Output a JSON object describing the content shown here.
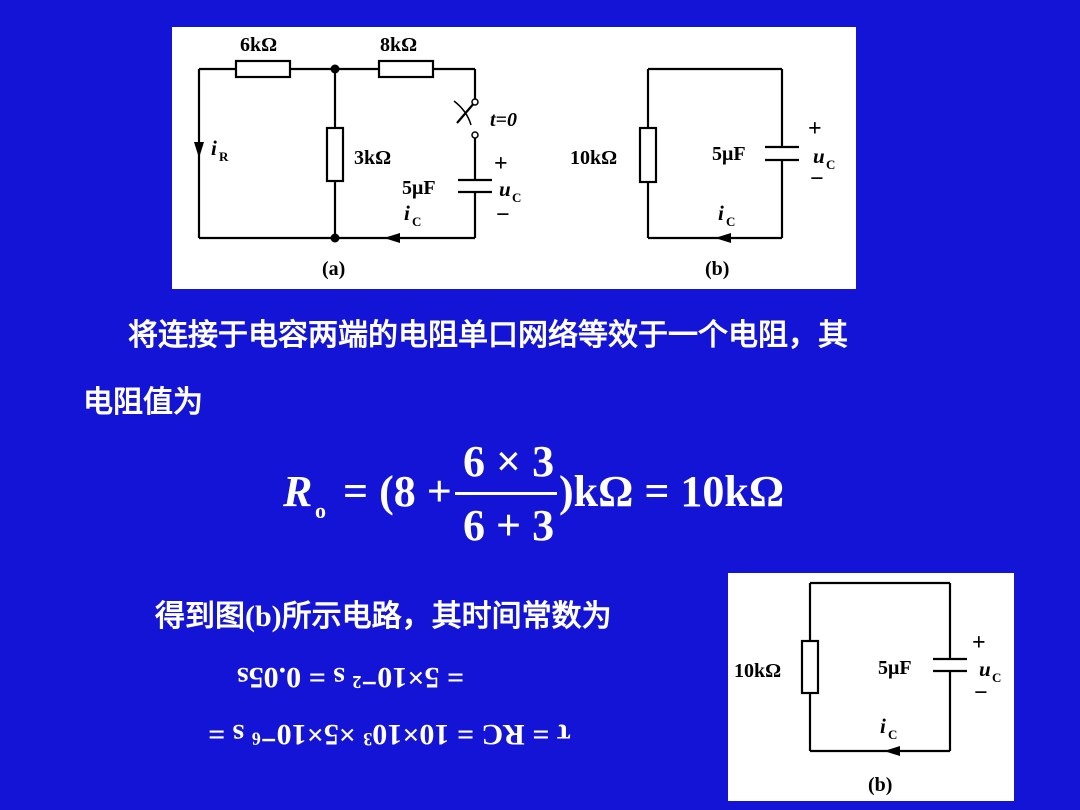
{
  "circuit_a": {
    "r1": "6kΩ",
    "r2": "8kΩ",
    "r3": "3kΩ",
    "switch": "t=0",
    "plus": "+",
    "minus": "−",
    "cap": "5μF",
    "uc": "u",
    "uc_sub": "C",
    "ic": "i",
    "ic_sub": "C",
    "ir": "i",
    "ir_sub": "R",
    "caption": "(a)"
  },
  "circuit_b": {
    "r": "10kΩ",
    "cap": "5μF",
    "plus": "+",
    "minus": "−",
    "uc": "u",
    "uc_sub": "C",
    "ic": "i",
    "ic_sub": "C",
    "caption": "(b)"
  },
  "text": {
    "para1_line1": "将连接于电容两端的电阻单口网络等效于一个电阻，其",
    "para1_line2": "电阻值为",
    "para2_prefix": "得到图",
    "para2_ref": "(b)",
    "para2_suffix": "所示电路，其时间常数为"
  },
  "formula": {
    "lhs": "R",
    "lhs_sub": "o",
    "eq_open": "= (8 +",
    "numerator": "6 × 3",
    "denominator": "6 + 3",
    "close": ")kΩ = 10kΩ"
  },
  "tau": {
    "line1": "τ = RC = 10×10³ ×5×10⁻⁶ s =",
    "line2": "= 5×10⁻² s = 0.05s"
  }
}
